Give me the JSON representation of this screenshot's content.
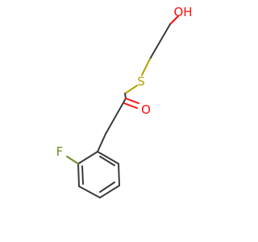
{
  "colors": {
    "bond": "#3a3a3a",
    "oxygen": "#ff0d0d",
    "sulfur": "#b2a200",
    "fluorine": "#6c8a27",
    "background": "#ffffff"
  },
  "atoms": {
    "hydroxyl": "OH",
    "thioether_sulfur": "S",
    "carbonyl_oxygen": "O",
    "fluorine": "F"
  }
}
